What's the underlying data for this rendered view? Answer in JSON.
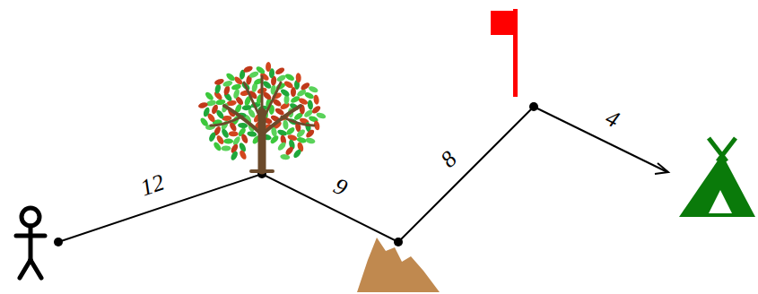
{
  "diagram": {
    "labels": [
      "12",
      "9",
      "8",
      "4"
    ]
  }
}
